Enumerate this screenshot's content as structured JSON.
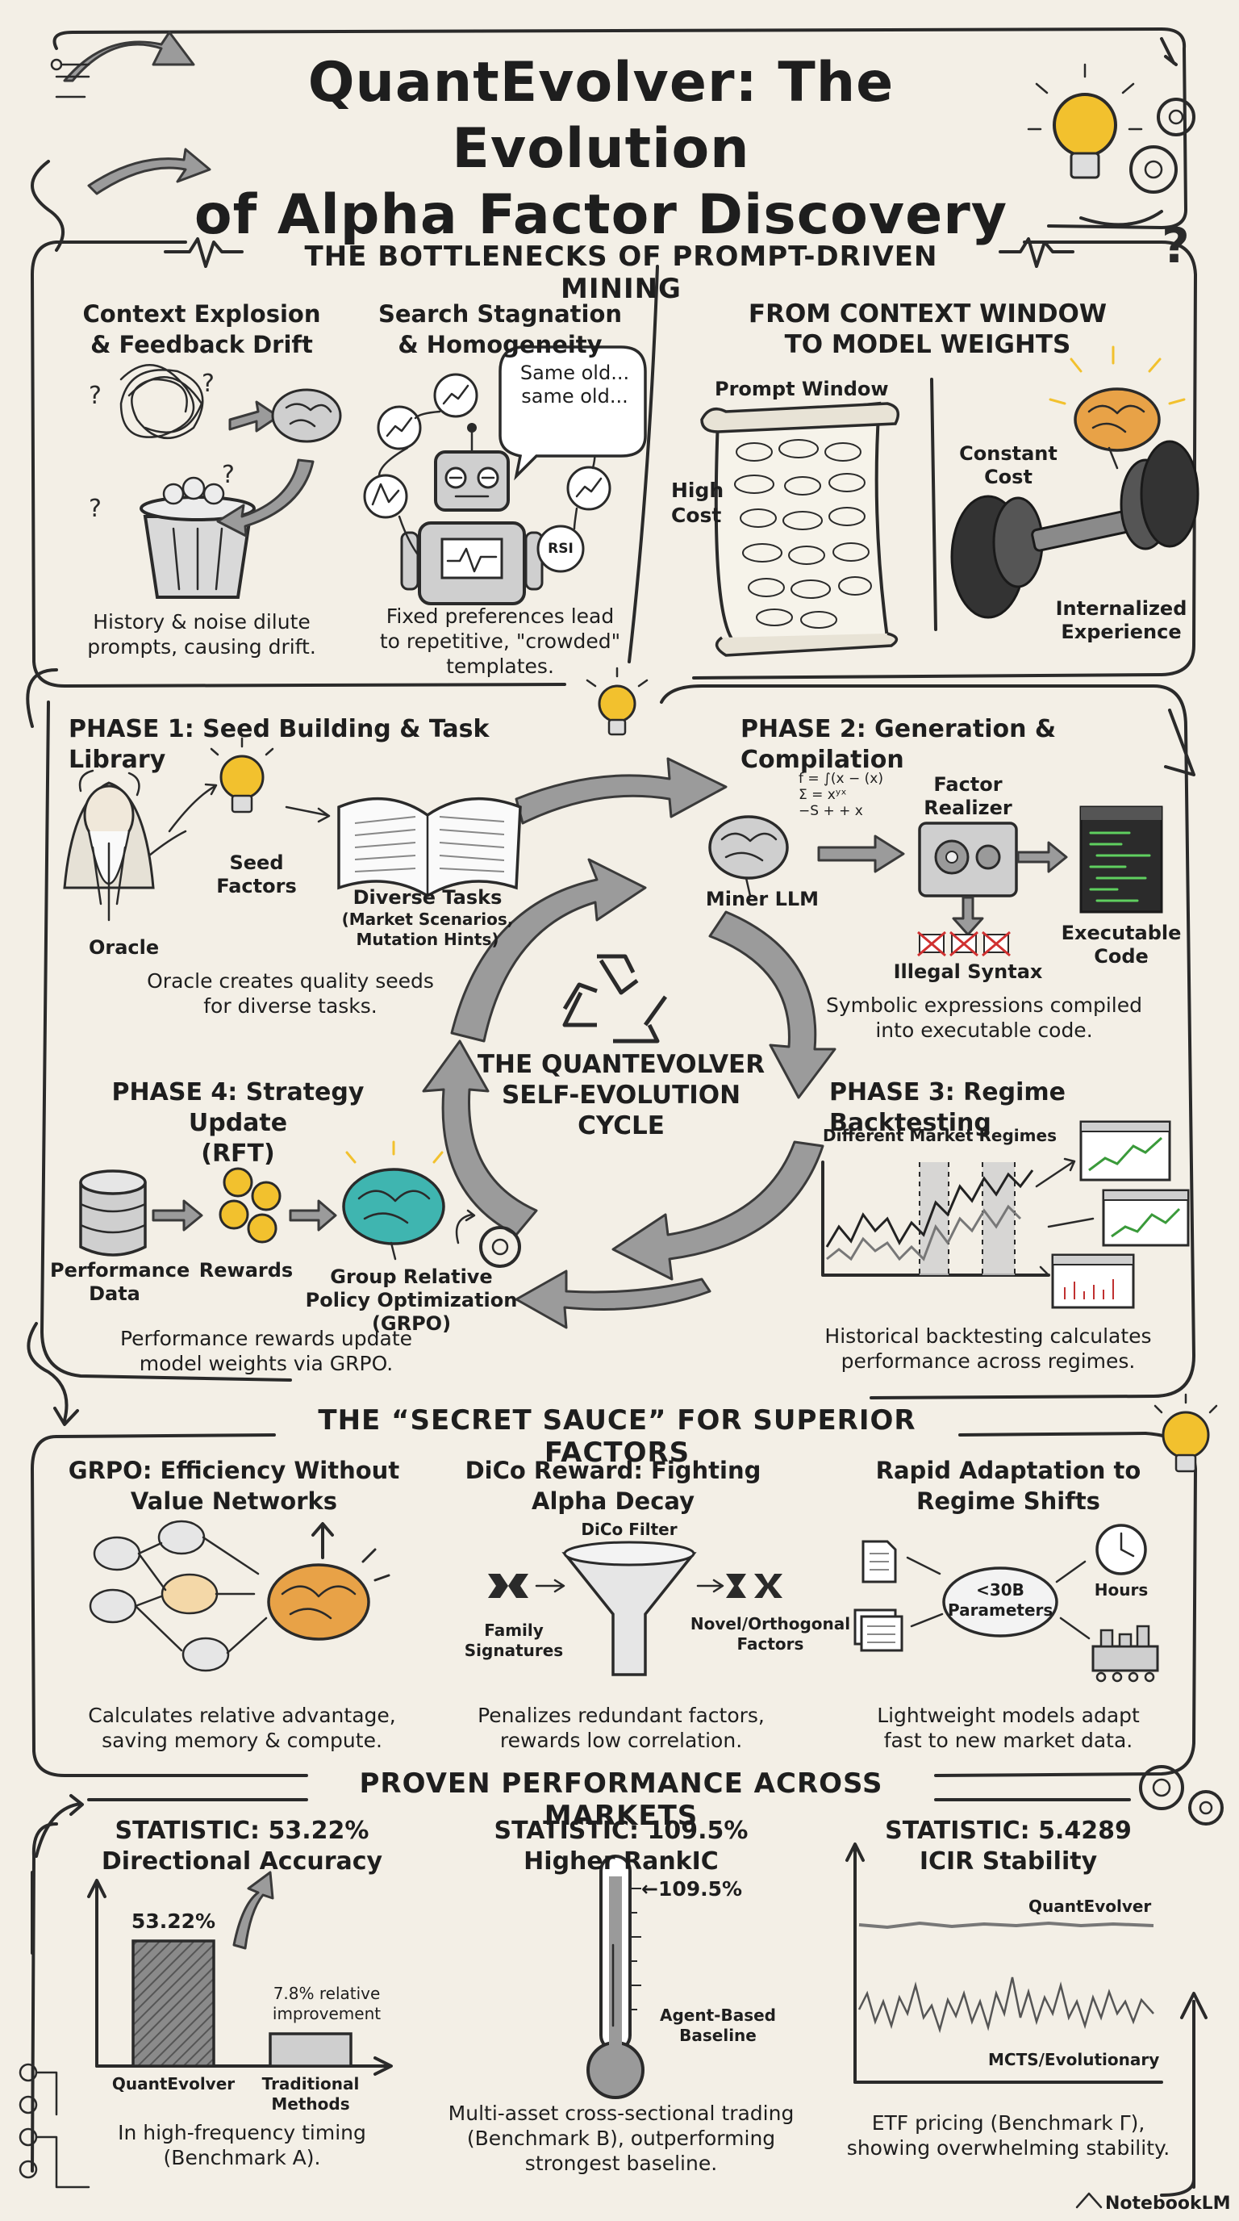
{
  "title": {
    "line1": "QuantEvolver: The Evolution",
    "line2": "of Alpha Factor Discovery"
  },
  "bottlenecks": {
    "heading": "THE BOTTLENECKS OF PROMPT-DRIVEN MINING",
    "context": {
      "title1": "Context Explosion",
      "title2": "& Feedback Drift",
      "caption1": "History & noise dilute",
      "caption2": "prompts, causing drift."
    },
    "search": {
      "title1": "Search Stagnation",
      "title2": "& Homogeneity",
      "bubble1": "Same old...",
      "bubble2": "same old...",
      "rsi": "RSI",
      "caption1": "Fixed preferences lead",
      "caption2": "to repetitive, \"crowded\"",
      "caption3": "templates."
    },
    "weights": {
      "title1": "FROM CONTEXT WINDOW",
      "title2": "TO MODEL WEIGHTS",
      "prompt_window": "Prompt Window",
      "high": "High",
      "cost": "Cost",
      "constant": "Constant",
      "constant_cost": "Cost",
      "internalized": "Internalized",
      "experience": "Experience"
    }
  },
  "cycle": {
    "center1": "THE QUANTEVOLVER",
    "center2": "SELF-EVOLUTION",
    "center3": "CYCLE",
    "phase1": {
      "title": "PHASE 1: Seed Building & Task Library",
      "oracle": "Oracle",
      "seed1": "Seed",
      "seed2": "Factors",
      "tasks": "Diverse Tasks",
      "tasks_sub1": "(Market Scenarios,",
      "tasks_sub2": "Mutation Hints)",
      "caption1": "Oracle creates quality seeds",
      "caption2": "for diverse tasks."
    },
    "phase2": {
      "title": "PHASE 2: Generation & Compilation",
      "miner": "Miner LLM",
      "formula1": "f = ∫(x − (x)",
      "formula2": "Σ = xʸˣ",
      "formula3": "−S + + x",
      "realizer1": "Factor",
      "realizer2": "Realizer",
      "illegal": "Illegal Syntax",
      "exec1": "Executable",
      "exec2": "Code",
      "caption1": "Symbolic expressions compiled",
      "caption2": "into executable code."
    },
    "phase3": {
      "title": "PHASE 3: Regime Backtesting",
      "regimes": "Different Market Regimes",
      "caption1": "Historical backtesting calculates",
      "caption2": "performance across regimes."
    },
    "phase4": {
      "title1": "PHASE 4: Strategy Update",
      "title2": "(RFT)",
      "perf1": "Performance",
      "perf2": "Data",
      "rewards": "Rewards",
      "grpo1": "Group Relative",
      "grpo2": "Policy Optimization (GRPO)",
      "caption1": "Performance rewards update",
      "caption2": "model weights via GRPO."
    }
  },
  "sauce": {
    "heading": "THE “SECRET SAUCE” FOR SUPERIOR FACTORS",
    "grpo": {
      "title1": "GRPO: Efficiency Without",
      "title2": "Value Networks",
      "caption1": "Calculates relative advantage,",
      "caption2": "saving memory & compute."
    },
    "dico": {
      "title1": "DiCo Reward: Fighting",
      "title2": "Alpha Decay",
      "filter": "DiCo Filter",
      "family1": "Family",
      "family2": "Signatures",
      "novel1": "Novel/Orthogonal",
      "novel2": "Factors",
      "caption1": "Penalizes redundant factors,",
      "caption2": "rewards low correlation."
    },
    "adapt": {
      "title1": "Rapid Adaptation to",
      "title2": "Regime Shifts",
      "params1": "<30B",
      "params2": "Parameters",
      "hours": "Hours",
      "caption1": "Lightweight models adapt",
      "caption2": "fast to new market data."
    }
  },
  "performance": {
    "heading": "PROVEN PERFORMANCE ACROSS MARKETS",
    "accuracy": {
      "title1": "STATISTIC: 53.22%",
      "title2": "Directional Accuracy",
      "bar_label": "53.22%",
      "improve1": "7.8% relative",
      "improve2": "improvement",
      "x1": "QuantEvolver",
      "x2a": "Traditional",
      "x2b": "Methods",
      "caption1": "In high-frequency timing",
      "caption2": "(Benchmark A)."
    },
    "rankic": {
      "title1": "STATISTIC: 109.5%",
      "title2": "Higher RankIC",
      "level": "←109.5%",
      "agent1": "Agent-Based",
      "agent2": "Baseline",
      "caption1": "Multi-asset cross-sectional trading",
      "caption2": "(Benchmark B), outperforming",
      "caption3": "strongest baseline."
    },
    "icir": {
      "title1": "STATISTIC: 5.4289",
      "title2": "ICIR Stability",
      "line1": "QuantEvolver",
      "line2": "MCTS/Evolutionary",
      "caption1": "ETF pricing (Benchmark Γ),",
      "caption2": "showing overwhelming stability."
    }
  },
  "footer": "NotebookLM",
  "colors": {
    "background": "#f3efe6",
    "ink": "#1e1e1e",
    "bulb": "#f2c12e",
    "brain_orange": "#e8a247",
    "brain_teal": "#3fb5b0",
    "chart_green": "#3a9a3a"
  }
}
